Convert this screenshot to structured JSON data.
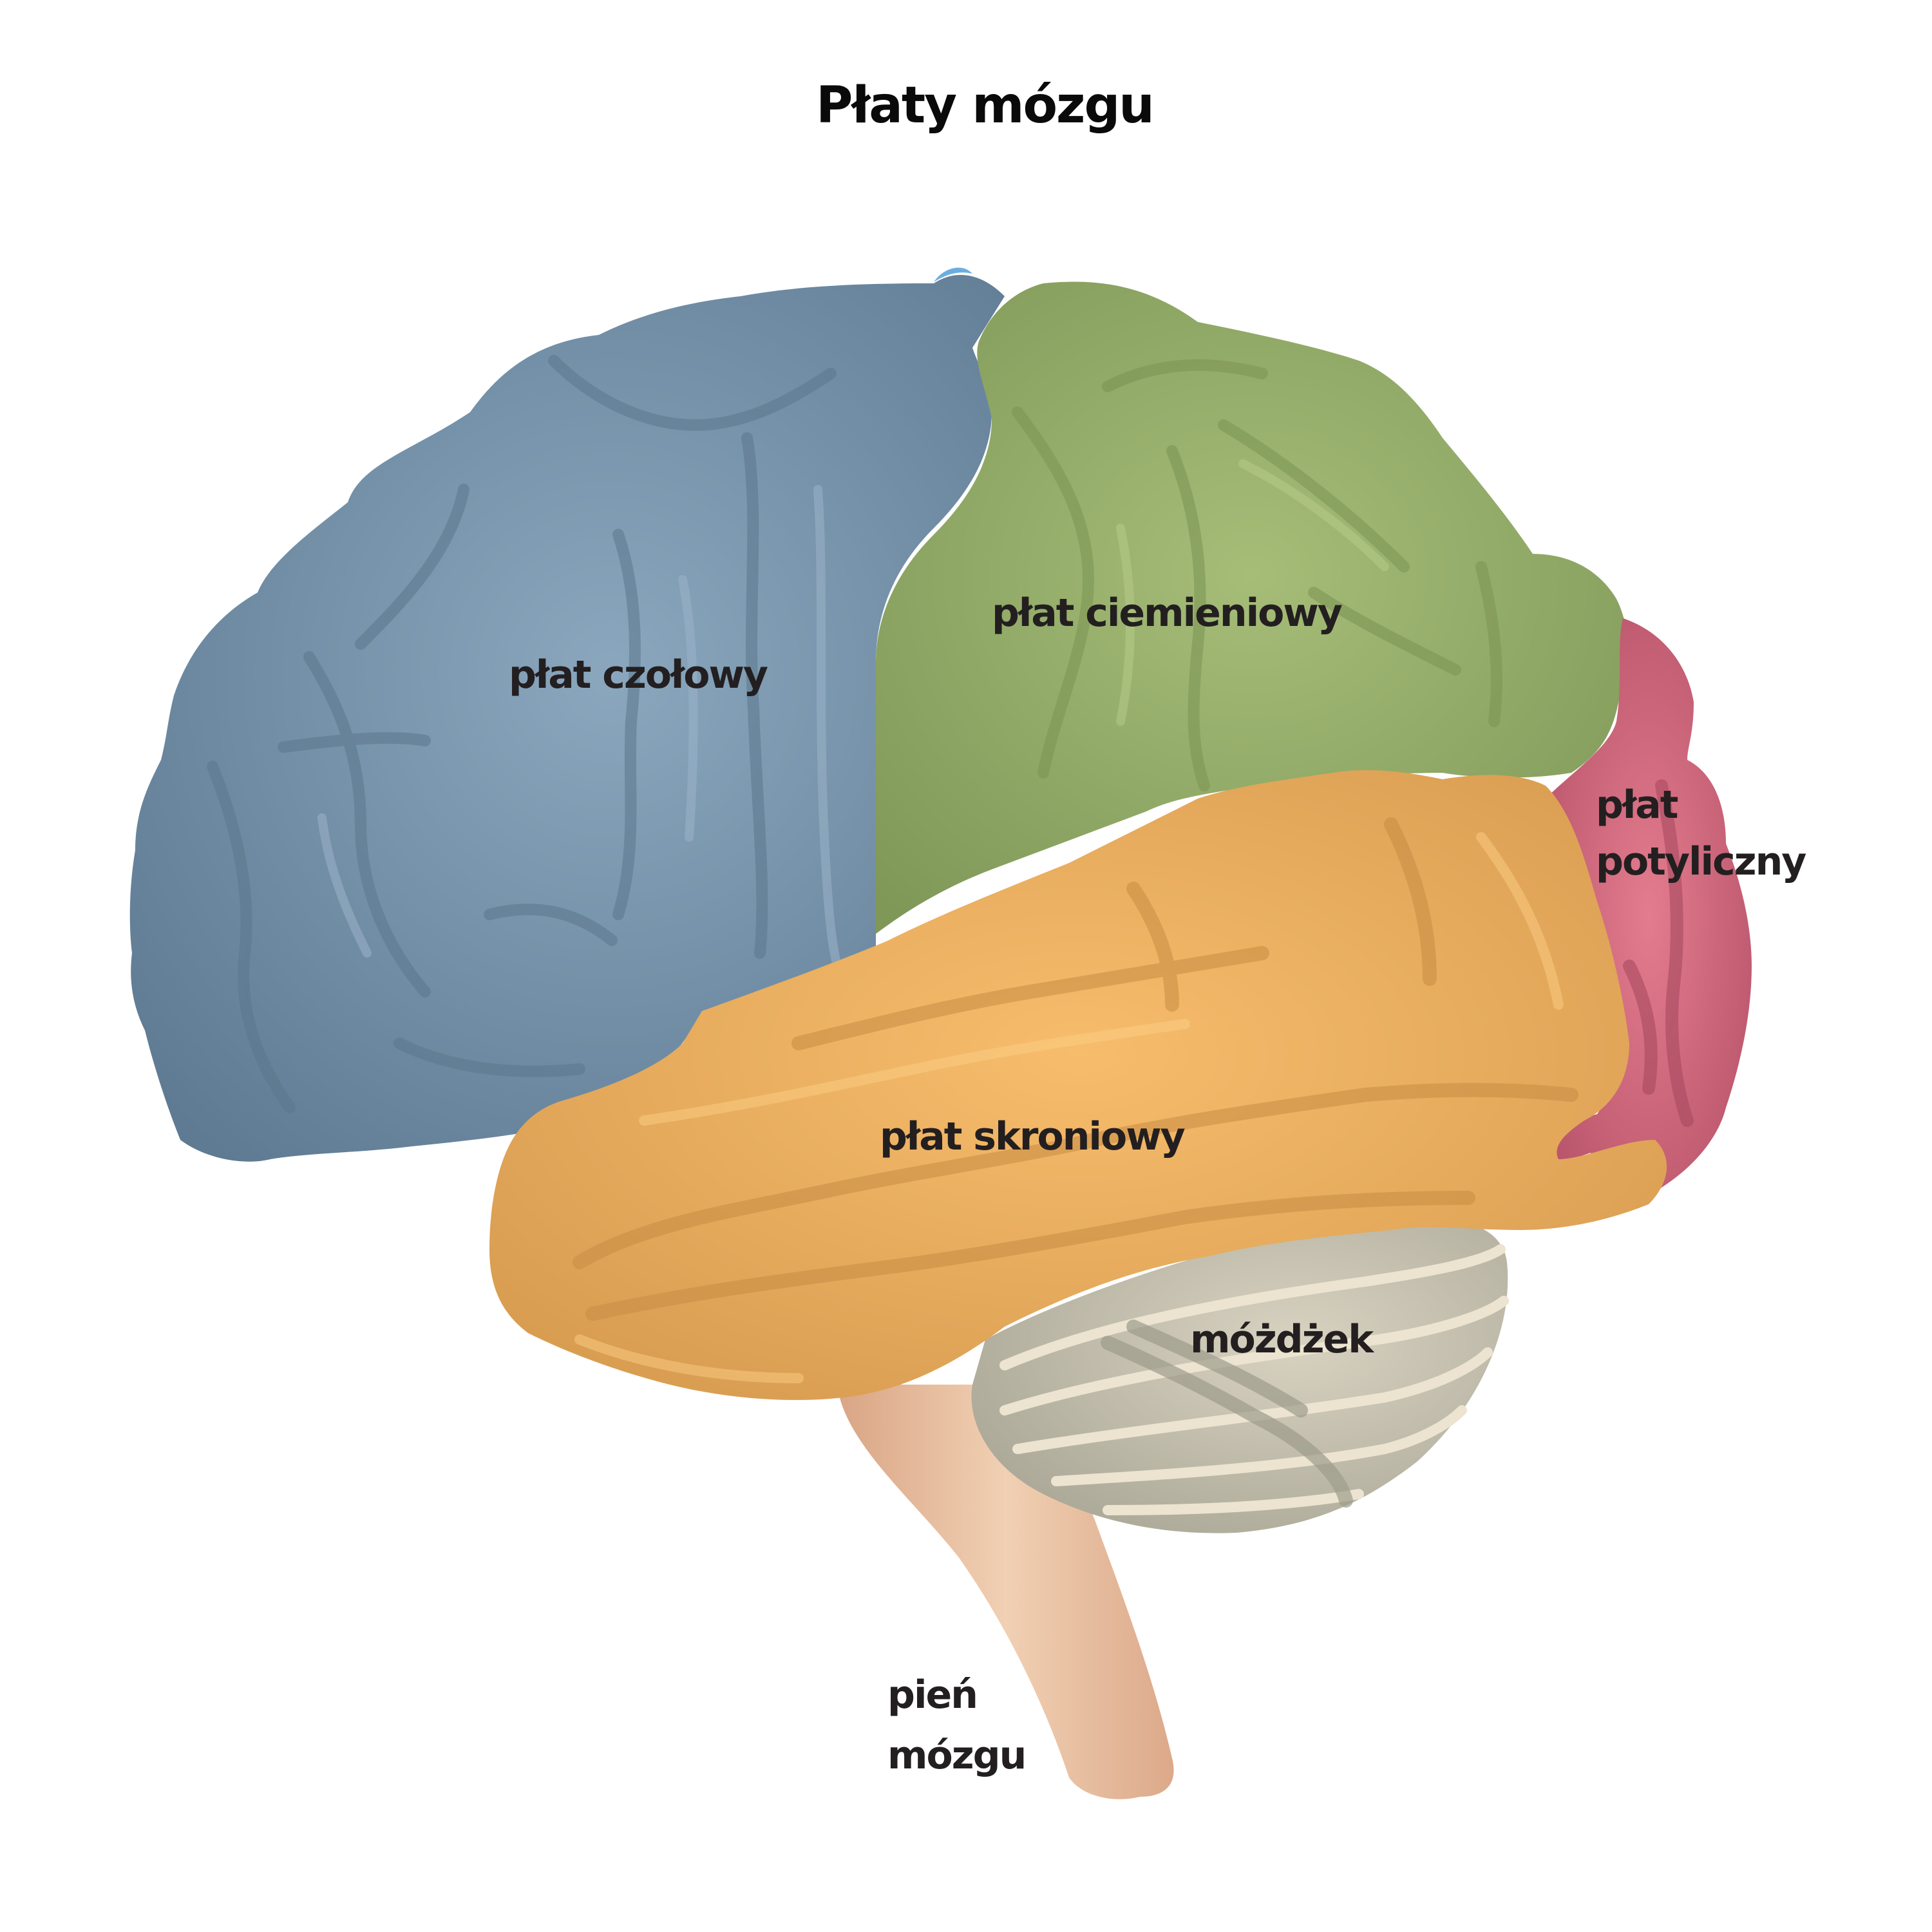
{
  "title": "Płaty mózgu",
  "regions": {
    "frontal": {
      "label": "płat czołowy",
      "color": "#7f9cb4"
    },
    "parietal": {
      "label": "płat ciemieniowy",
      "color": "#9db36e"
    },
    "occipital": {
      "label_line1": "płat",
      "label_line2": "potyliczny",
      "color": "#d9697e"
    },
    "temporal": {
      "label": "płat skroniowy",
      "color": "#f2b564"
    },
    "cerebellum": {
      "label": "móżdżek",
      "color": "#cdc7b6"
    },
    "brainstem": {
      "label_line1": "pień",
      "label_line2": "mózgu",
      "color": "#e9bfa0"
    }
  }
}
